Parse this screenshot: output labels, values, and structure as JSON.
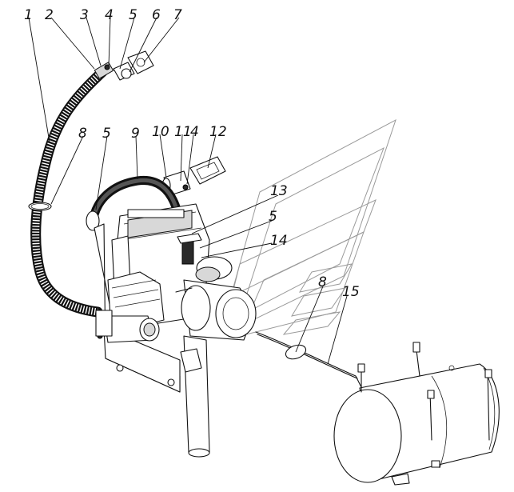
{
  "callouts": [
    {
      "id": "c1",
      "label": "1"
    },
    {
      "id": "c2",
      "label": "2"
    },
    {
      "id": "c3",
      "label": "3"
    },
    {
      "id": "c4a",
      "label": "4"
    },
    {
      "id": "c5a",
      "label": "5"
    },
    {
      "id": "c6",
      "label": "6"
    },
    {
      "id": "c7",
      "label": "7"
    },
    {
      "id": "c8a",
      "label": "8"
    },
    {
      "id": "c5b",
      "label": "5"
    },
    {
      "id": "c9",
      "label": "9"
    },
    {
      "id": "c10",
      "label": "10"
    },
    {
      "id": "c11",
      "label": "11"
    },
    {
      "id": "c4b",
      "label": "4"
    },
    {
      "id": "c12",
      "label": "12"
    },
    {
      "id": "c13",
      "label": "13"
    },
    {
      "id": "c5c",
      "label": "5"
    },
    {
      "id": "c14",
      "label": "14"
    },
    {
      "id": "c8b",
      "label": "8"
    },
    {
      "id": "c15",
      "label": "15"
    }
  ]
}
